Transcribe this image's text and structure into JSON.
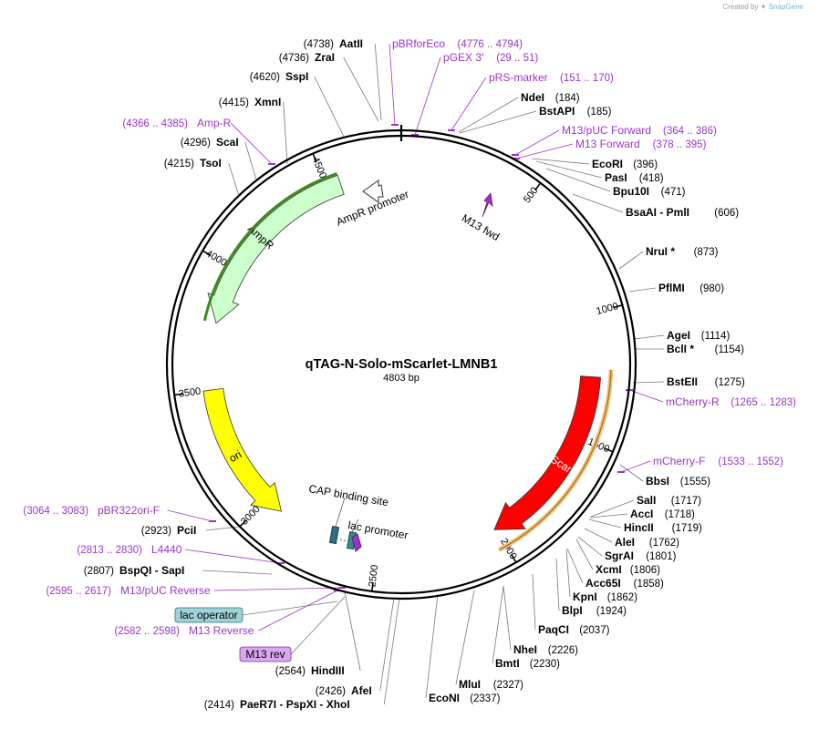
{
  "credit": {
    "prefix": "Created by",
    "brand": "SnapGene"
  },
  "map": {
    "name": "qTAG-N-Solo-mScarlet-LMNB1",
    "size_label": "4803 bp",
    "total_bp": 4803
  },
  "ticks": [
    {
      "pos": 500,
      "label": "500"
    },
    {
      "pos": 1000,
      "label": "1000"
    },
    {
      "pos": 1500,
      "label": "1500"
    },
    {
      "pos": 2000,
      "label": "2000"
    },
    {
      "pos": 2500,
      "label": "2500"
    },
    {
      "pos": 3000,
      "label": "3000"
    },
    {
      "pos": 3500,
      "label": "3500"
    },
    {
      "pos": 4000,
      "label": "4000"
    },
    {
      "pos": 4500,
      "label": "4500"
    }
  ],
  "features": [
    {
      "name": "mScarlet",
      "start": 1250,
      "end": 2010,
      "dir": "cw",
      "color": "#ff0000",
      "text_color": "#ffffff"
    },
    {
      "name": "ori",
      "start": 3500,
      "end": 2925,
      "dir": "ccw",
      "color": "#ffff00",
      "text_color": "#000000"
    },
    {
      "name": "AmpR",
      "start": 4555,
      "end": 3770,
      "dir": "ccw",
      "color": "#ccffcc",
      "text_color": "#000000"
    },
    {
      "name": "AmpR promoter",
      "start": 4662,
      "end": 4557,
      "dir": "ccw",
      "color": "#ffffff",
      "text_color": "#000000"
    }
  ],
  "inner_labels": [
    {
      "text": "M13 fwd"
    },
    {
      "text": "CAP binding site"
    },
    {
      "text": "lac promoter"
    }
  ],
  "enzymes": [
    {
      "name": "AatII",
      "pos": "(4738)"
    },
    {
      "name": "ZraI",
      "pos": "(4736)"
    },
    {
      "name": "SspI",
      "pos": "(4620)"
    },
    {
      "name": "XmnI",
      "pos": "(4415)"
    },
    {
      "name": "ScaI",
      "pos": "(4296)"
    },
    {
      "name": "TsoI",
      "pos": "(4215)"
    },
    {
      "name": "NdeI",
      "pos": "(184)"
    },
    {
      "name": "BstAPI",
      "pos": "(185)"
    },
    {
      "name": "EcoRI",
      "pos": "(396)"
    },
    {
      "name": "PasI",
      "pos": "(418)"
    },
    {
      "name": "Bpu10I",
      "pos": "(471)"
    },
    {
      "name": "BsaAI - PmlI",
      "pos": "(606)"
    },
    {
      "name": "NruI *",
      "pos": "(873)"
    },
    {
      "name": "PflMI",
      "pos": "(980)"
    },
    {
      "name": "AgeI",
      "pos": "(1114)"
    },
    {
      "name": "BclI *",
      "pos": "(1154)"
    },
    {
      "name": "BstEII",
      "pos": "(1275)"
    },
    {
      "name": "BbsI",
      "pos": "(1555)"
    },
    {
      "name": "SalI",
      "pos": "(1717)"
    },
    {
      "name": "AccI",
      "pos": "(1718)"
    },
    {
      "name": "HincII",
      "pos": "(1719)"
    },
    {
      "name": "AleI",
      "pos": "(1762)"
    },
    {
      "name": "SgrAI",
      "pos": "(1801)"
    },
    {
      "name": "XcmI",
      "pos": "(1806)"
    },
    {
      "name": "Acc65I",
      "pos": "(1858)"
    },
    {
      "name": "KpnI",
      "pos": "(1862)"
    },
    {
      "name": "BlpI",
      "pos": "(1924)"
    },
    {
      "name": "PaqCI",
      "pos": "(2037)"
    },
    {
      "name": "NheI",
      "pos": "(2226)"
    },
    {
      "name": "BmtI",
      "pos": "(2230)"
    },
    {
      "name": "MluI",
      "pos": "(2327)"
    },
    {
      "name": "EcoNI",
      "pos": "(2337)"
    },
    {
      "name": "AfeI",
      "pos": "(2426)"
    },
    {
      "name": "PaeR7I - PspXI - XhoI",
      "pos": "(2414)"
    },
    {
      "name": "HindIII",
      "pos": "(2564)"
    },
    {
      "name": "BspQI - SapI",
      "pos": "(2807)"
    },
    {
      "name": "PciI",
      "pos": "(2923)"
    }
  ],
  "primers": [
    {
      "name": "pBRforEco",
      "range": "(4776 .. 4794)"
    },
    {
      "name": "pGEX 3'",
      "range": "(29 .. 51)"
    },
    {
      "name": "pRS-marker",
      "range": "(151 .. 170)"
    },
    {
      "name": "M13/pUC Forward",
      "range": "(364 .. 386)"
    },
    {
      "name": "M13 Forward",
      "range": "(378 .. 395)"
    },
    {
      "name": "Amp-R",
      "range": "(4366 .. 4385)"
    },
    {
      "name": "mCherry-R",
      "range": "(1265 .. 1283)"
    },
    {
      "name": "mCherry-F",
      "range": "(1533 .. 1552)"
    },
    {
      "name": "pBR322ori-F",
      "range": "(3064 .. 3083)"
    },
    {
      "name": "L4440",
      "range": "(2813 .. 2830)"
    },
    {
      "name": "M13/pUC Reverse",
      "range": "(2595 .. 2617)"
    },
    {
      "name": "M13 Reverse",
      "range": "(2582 .. 2598)"
    }
  ],
  "boxed_labels": [
    {
      "text": "lac operator",
      "fill": "#9fd3d9",
      "stroke": "#2a6f77"
    },
    {
      "text": "M13 rev",
      "fill": "#d9a6f0",
      "stroke": "#7a3a93"
    }
  ],
  "colors": {
    "enzyme_text": "#000000",
    "primer_text": "#9b35c8",
    "leader_line": "#777777",
    "backbone": "#000000"
  }
}
